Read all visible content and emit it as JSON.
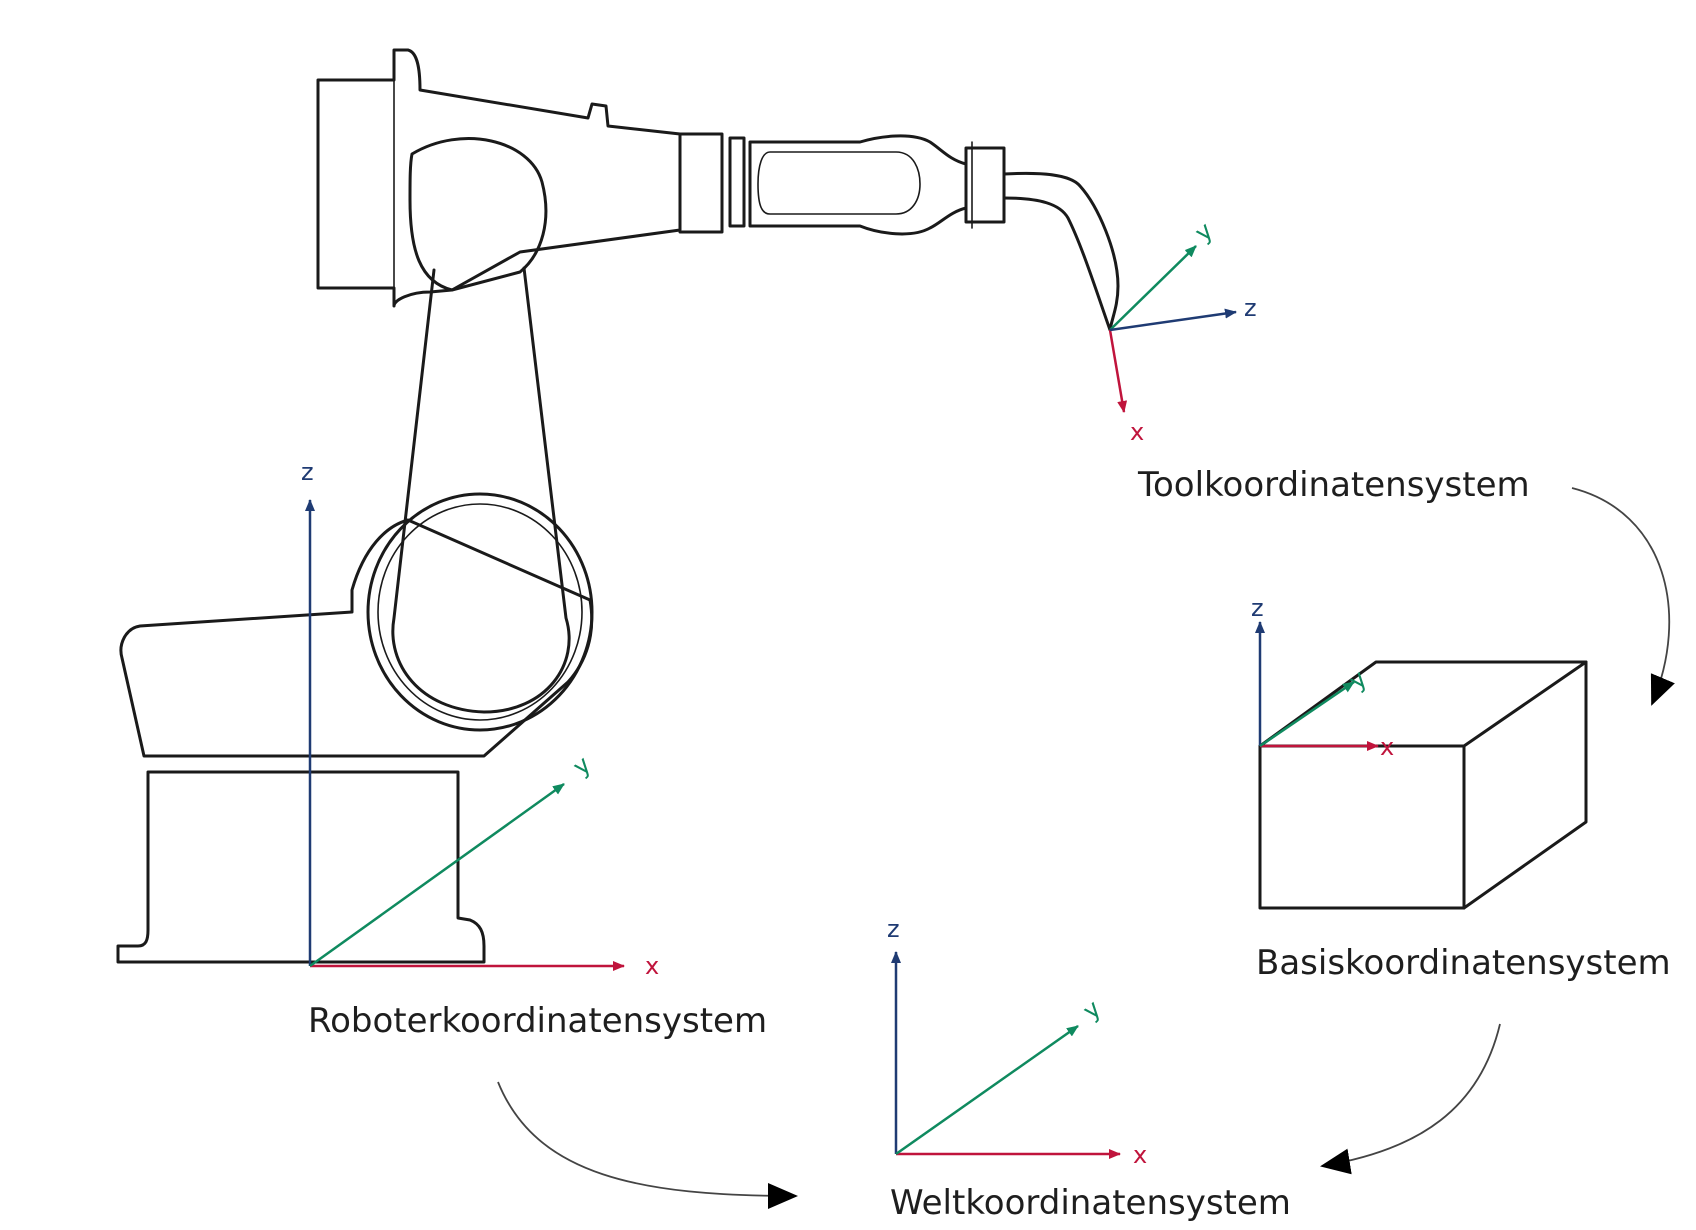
{
  "colors": {
    "axis_x": "#c0143c",
    "axis_y": "#0f8a5f",
    "axis_z": "#1f3b73",
    "outline": "#1a1a1a",
    "text": "#1e1e1e"
  },
  "systems": {
    "tool": {
      "label": "Toolkoordinatensystem",
      "axes": {
        "x": "x",
        "y": "y",
        "z": "z"
      }
    },
    "base": {
      "label": "Basiskoordinatensystem",
      "axes": {
        "x": "x",
        "y": "y",
        "z": "z"
      }
    },
    "robot": {
      "label": "Roboterkoordinatensystem",
      "axes": {
        "x": "x",
        "y": "y",
        "z": "z"
      }
    },
    "world": {
      "label": "Weltkoordinatensystem",
      "axes": {
        "x": "x",
        "y": "y",
        "z": "z"
      }
    }
  },
  "flows": [
    {
      "from": "tool",
      "to": "base"
    },
    {
      "from": "base",
      "to": "world"
    },
    {
      "from": "robot",
      "to": "world"
    }
  ]
}
